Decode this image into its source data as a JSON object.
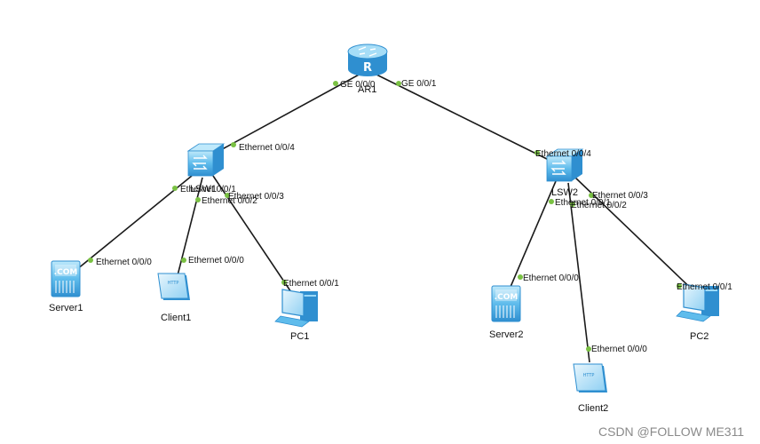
{
  "colors": {
    "link": "#1a1a1a",
    "port_dot": "#7ac143",
    "device_fill": "#3aa8e0",
    "device_light": "#9bd9f7",
    "device_dark": "#1f74b5",
    "watermark": "#8a8a8a"
  },
  "devices": {
    "ar1": {
      "label": "AR1",
      "icon": "router-icon"
    },
    "lsw1": {
      "label": "LSW1",
      "icon": "switch-icon"
    },
    "lsw2": {
      "label": "LSW2",
      "icon": "switch-icon"
    },
    "server1": {
      "label": "Server1",
      "icon": "server-icon",
      "badge": ".COM"
    },
    "client1": {
      "label": "Client1",
      "icon": "client-icon",
      "badge": "HTTP"
    },
    "pc1": {
      "label": "PC1",
      "icon": "pc-icon"
    },
    "server2": {
      "label": "Server2",
      "icon": "server-icon",
      "badge": ".COM"
    },
    "client2": {
      "label": "Client2",
      "icon": "client-icon",
      "badge": "HTTP"
    },
    "pc2": {
      "label": "PC2",
      "icon": "pc-icon"
    }
  },
  "ports": {
    "ar1_ge000": "GE 0/0/0",
    "ar1_ge001": "GE 0/0/1",
    "lsw1_e004": "Ethernet 0/0/4",
    "lsw1_e001": "Ethernet 0/0/1",
    "lsw1_e002": "Ethernet 0/0/2",
    "lsw1_e003": "Ethernet 0/0/3",
    "server1_e000": "Ethernet 0/0/0",
    "client1_e000": "Ethernet 0/0/0",
    "pc1_e001": "Ethernet 0/0/1",
    "lsw2_e004": "Ethernet 0/0/4",
    "lsw2_e001": "Ethernet 0/0/1",
    "lsw2_e002": "Ethernet 0/0/2",
    "lsw2_e003": "Ethernet 0/0/3",
    "server2_e000": "Ethernet 0/0/0",
    "client2_e000": "Ethernet 0/0/0",
    "pc2_e001": "Ethernet 0/0/1"
  },
  "watermark": "CSDN @FOLLOW ME311"
}
